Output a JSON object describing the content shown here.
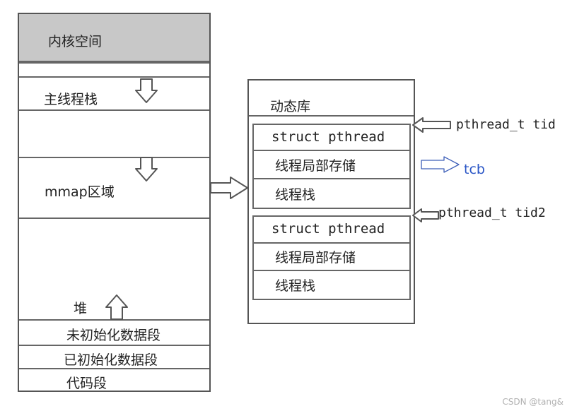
{
  "left": {
    "kernel": "内核空间",
    "main_stack": "主线程栈",
    "mmap": "mmap区域",
    "heap": "堆",
    "bss": "未初始化数据段",
    "data": "已初始化数据段",
    "text": "代码段"
  },
  "right": {
    "title": "动态库",
    "blocks": [
      {
        "struct": "struct pthread",
        "tls": "线程局部存储",
        "stack": "线程栈"
      },
      {
        "struct": "struct pthread",
        "tls": "线程局部存储",
        "stack": "线程栈"
      }
    ]
  },
  "labels": {
    "tid": "pthread_t tid",
    "tid2": "pthread_t tid2",
    "tcb": "tcb"
  },
  "colors": {
    "kernel_fill": "#c8c8c8",
    "tcb_blue": "#2a56c6",
    "tcb_arrow": "#3d5fb8"
  },
  "watermark": "CSDN @tang&"
}
